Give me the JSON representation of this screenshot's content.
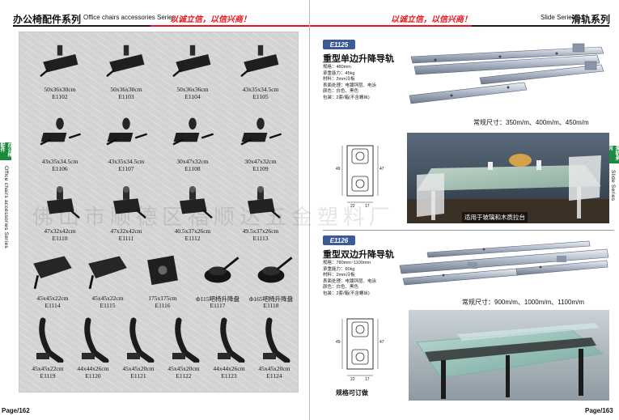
{
  "left_page": {
    "title_cn": "办公椅配件系列",
    "title_en": "Office chairs accessories Series",
    "slogan": "以诚立信，以信兴商！",
    "side_tab_cn": "办公椅配件",
    "side_text_en": "Office chairs accessories Series",
    "footer": "Page/162",
    "parts": [
      {
        "size": "50x36x30cm",
        "code": "E1102"
      },
      {
        "size": "50x36x30cm",
        "code": "E1103"
      },
      {
        "size": "50x36x36cm",
        "code": "E1104"
      },
      {
        "size": "43x35x34.5cm",
        "code": "E1105"
      },
      {
        "size": "43x35x34.5cm",
        "code": "E1106"
      },
      {
        "size": "43x35x34.5cm",
        "code": "E1107"
      },
      {
        "size": "30x47x32cm",
        "code": "E1108"
      },
      {
        "size": "30x47x32cm",
        "code": "E1109"
      },
      {
        "size": "47x32x42cm",
        "code": "E1110"
      },
      {
        "size": "47x32x42cm",
        "code": "E1111"
      },
      {
        "size": "40.5x37x26cm",
        "code": "E1112"
      },
      {
        "size": "49.5x37x26cm",
        "code": "E1113"
      },
      {
        "size": "45x45x22cm",
        "code": "E1114"
      },
      {
        "size": "45x45x22cm",
        "code": "E1115"
      },
      {
        "size": "175x175cm",
        "code": "E1116"
      },
      {
        "size": "Φ115吧椅升降盘",
        "code": "E1117"
      },
      {
        "size": "Φ165吧椅升降盘",
        "code": "E1118"
      },
      {
        "size": "45x45x22cm",
        "code": "E1119"
      },
      {
        "size": "44x44x26cm",
        "code": "E1120"
      },
      {
        "size": "45x45x20cm",
        "code": "E1121"
      },
      {
        "size": "45x45x20cm",
        "code": "E1122"
      },
      {
        "size": "44x44x26cm",
        "code": "E1123"
      },
      {
        "size": "45x45x20cm",
        "code": "E1124"
      }
    ]
  },
  "right_page": {
    "slogan": "以诚立信，以信兴商！",
    "title_en": "Slide Series",
    "title_cn": "滑轨系列",
    "side_tab_cn": "滑轨系列",
    "side_text_en": "Slide Series",
    "footer": "Page/163",
    "products": [
      {
        "badge": "E1125",
        "title": "重型单边升降导轨",
        "specs": [
          "规格：480mm",
          "承重能力：45kg",
          "材料：2mm冷板",
          "表面处理：电镀锌层、电泳",
          "颜色：白色、黑色",
          "包装：2套/箱(不含螺丝)"
        ],
        "std_size": "常规尺寸：350m/m、400m/m、450m/m",
        "photo_caption": "适用于玻璃和木质拉台"
      },
      {
        "badge": "E1126",
        "title": "重型双边升降导轨",
        "specs": [
          "规格：780mm~1100mm",
          "承重能力：60kg",
          "材料：2mm冷板",
          "表面处理：电镀锌层、电泳",
          "颜色：白色、黑色",
          "包装：2套/箱(不含螺丝)"
        ],
        "std_size": "常规尺寸：900m/m、1000m/m、1100m/m",
        "diagram_note": "规格可订做"
      }
    ],
    "diagram_dims": [
      "49",
      "47",
      "22",
      "17"
    ]
  },
  "watermark": "佛山市顺德区福顺达五金塑料厂"
}
